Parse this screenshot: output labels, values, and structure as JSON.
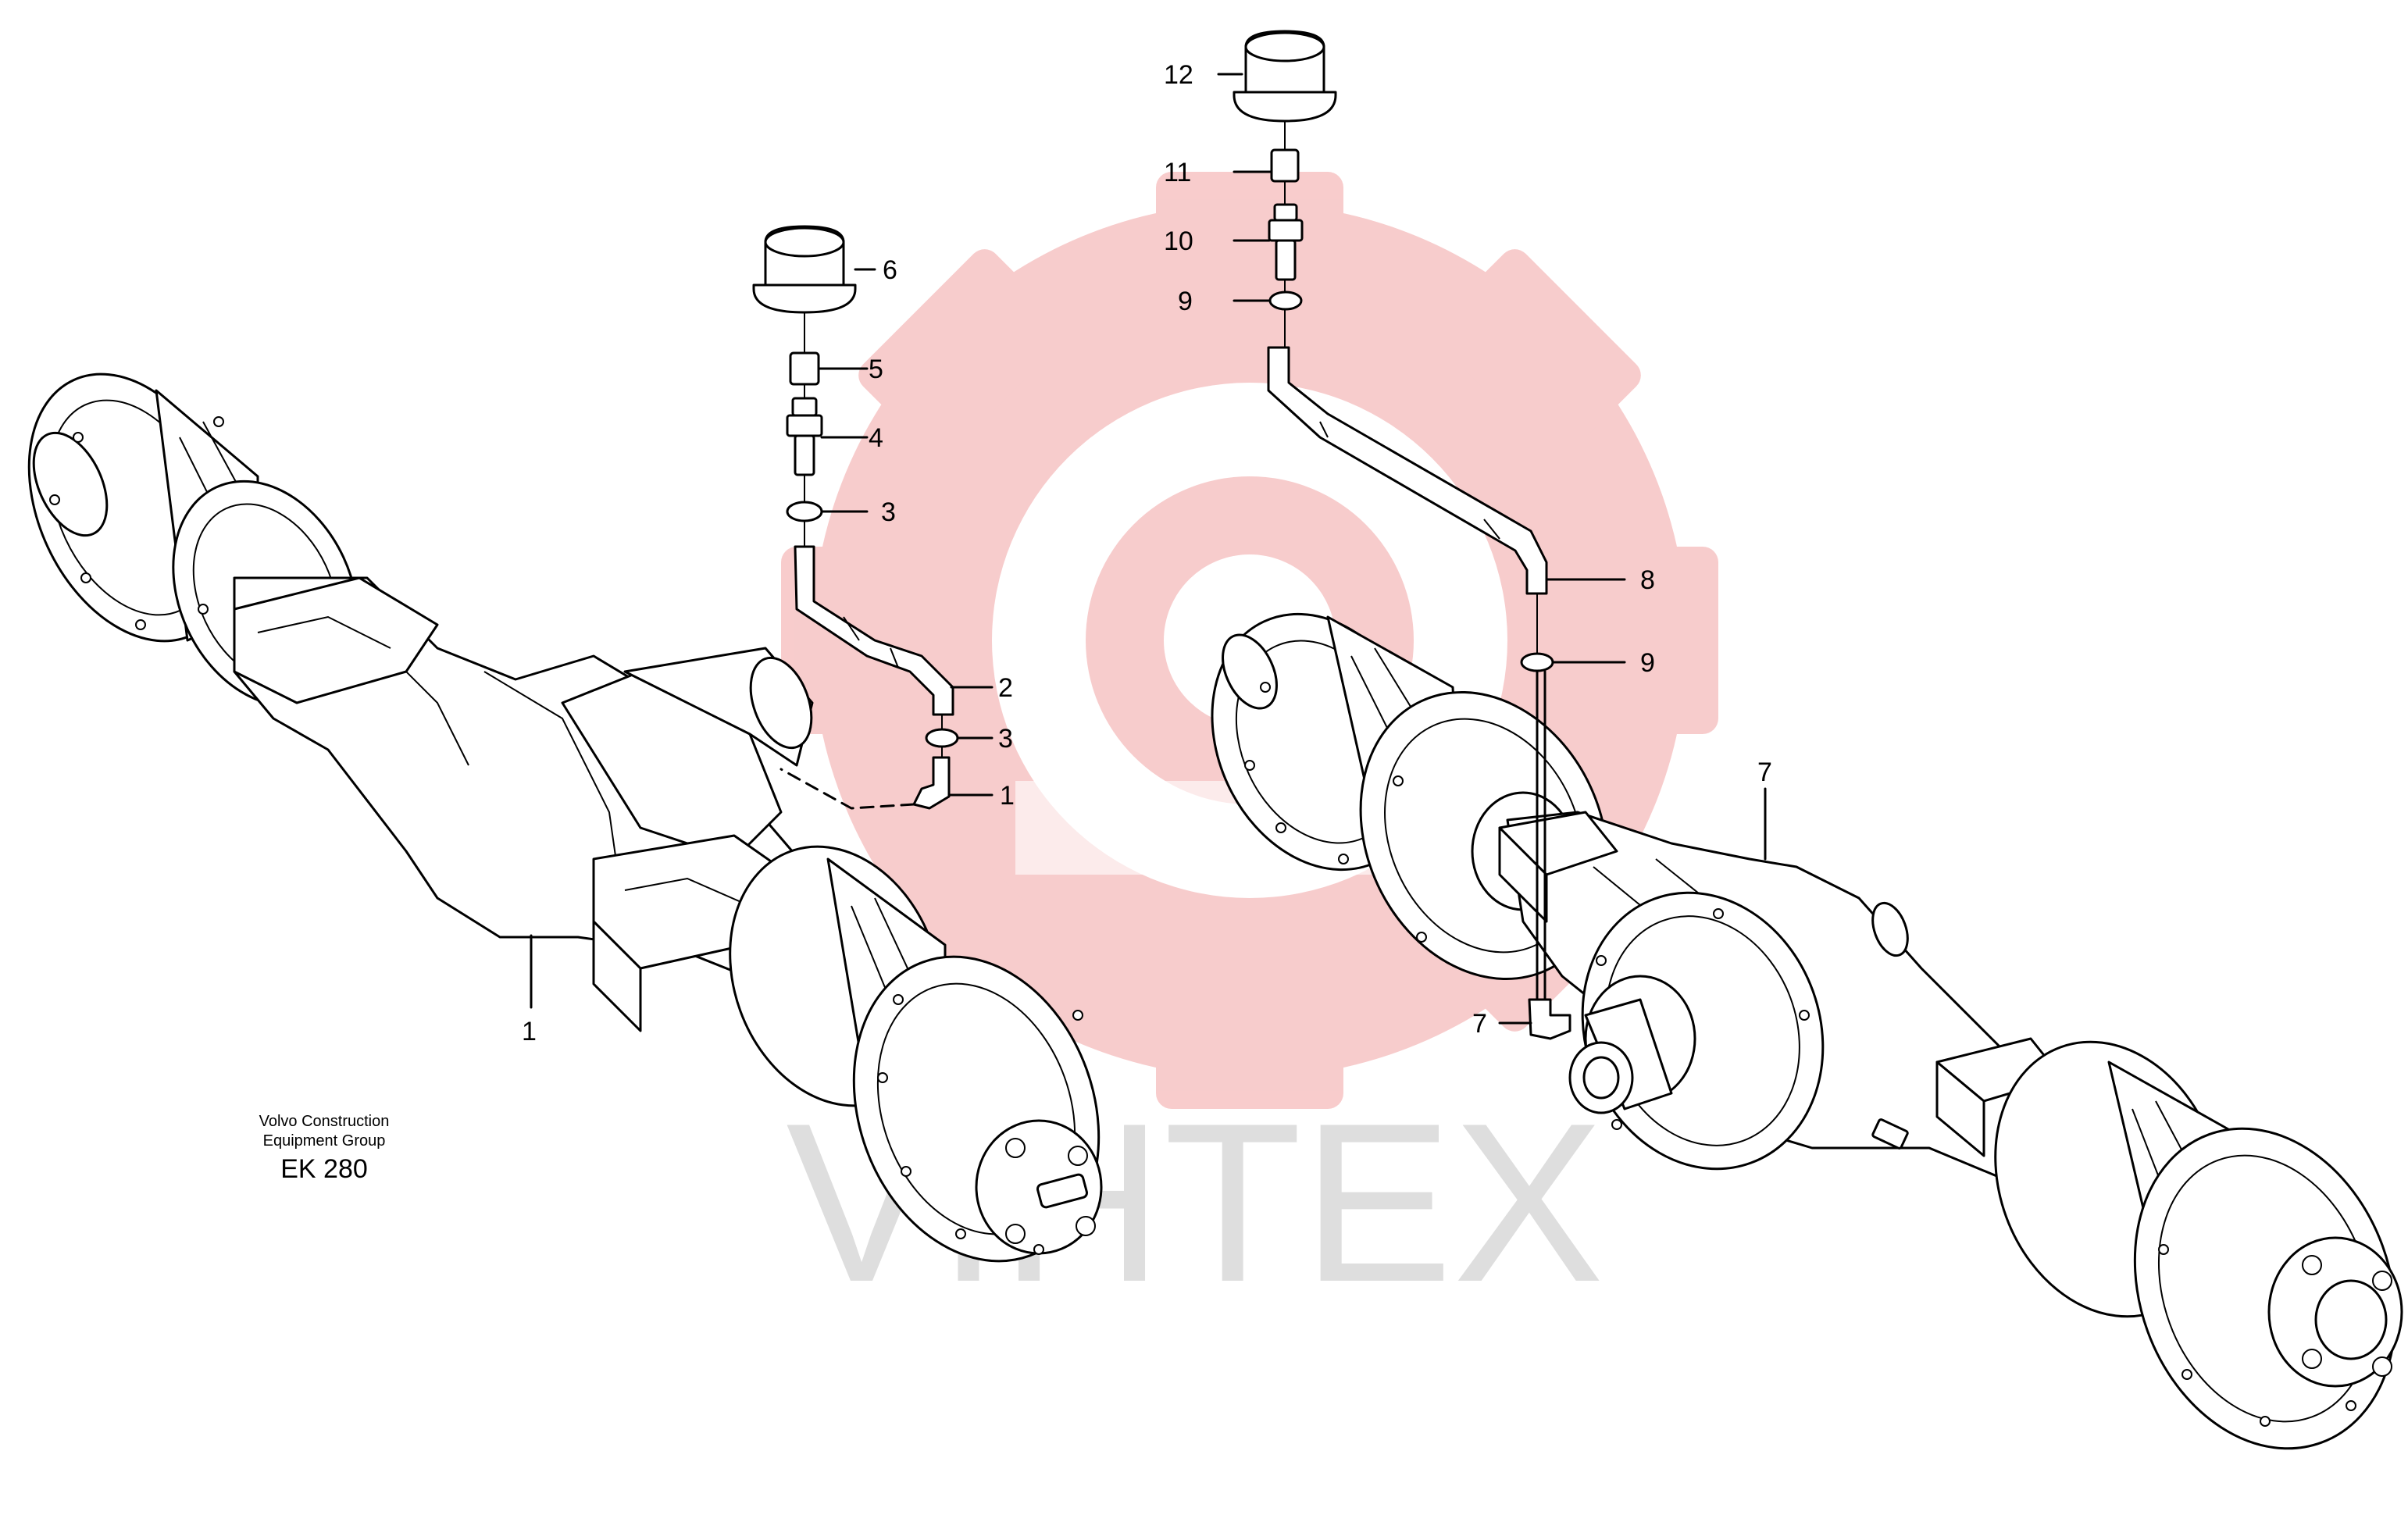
{
  "watermark": {
    "text": "VIHTEX",
    "logo_color": "#f7c7c7",
    "text_color": "#d9d9d9"
  },
  "credit": {
    "line1": "Volvo Construction",
    "line2": "Equipment Group",
    "code": "EK 280"
  },
  "callouts": {
    "c1a": "1",
    "c1b": "1",
    "c2": "2",
    "c3a": "3",
    "c3b": "3",
    "c4": "4",
    "c5": "5",
    "c6": "6",
    "c7a": "7",
    "c7b": "7",
    "c8": "8",
    "c9a": "9",
    "c9b": "9",
    "c10": "10",
    "c11": "11",
    "c12": "12"
  }
}
